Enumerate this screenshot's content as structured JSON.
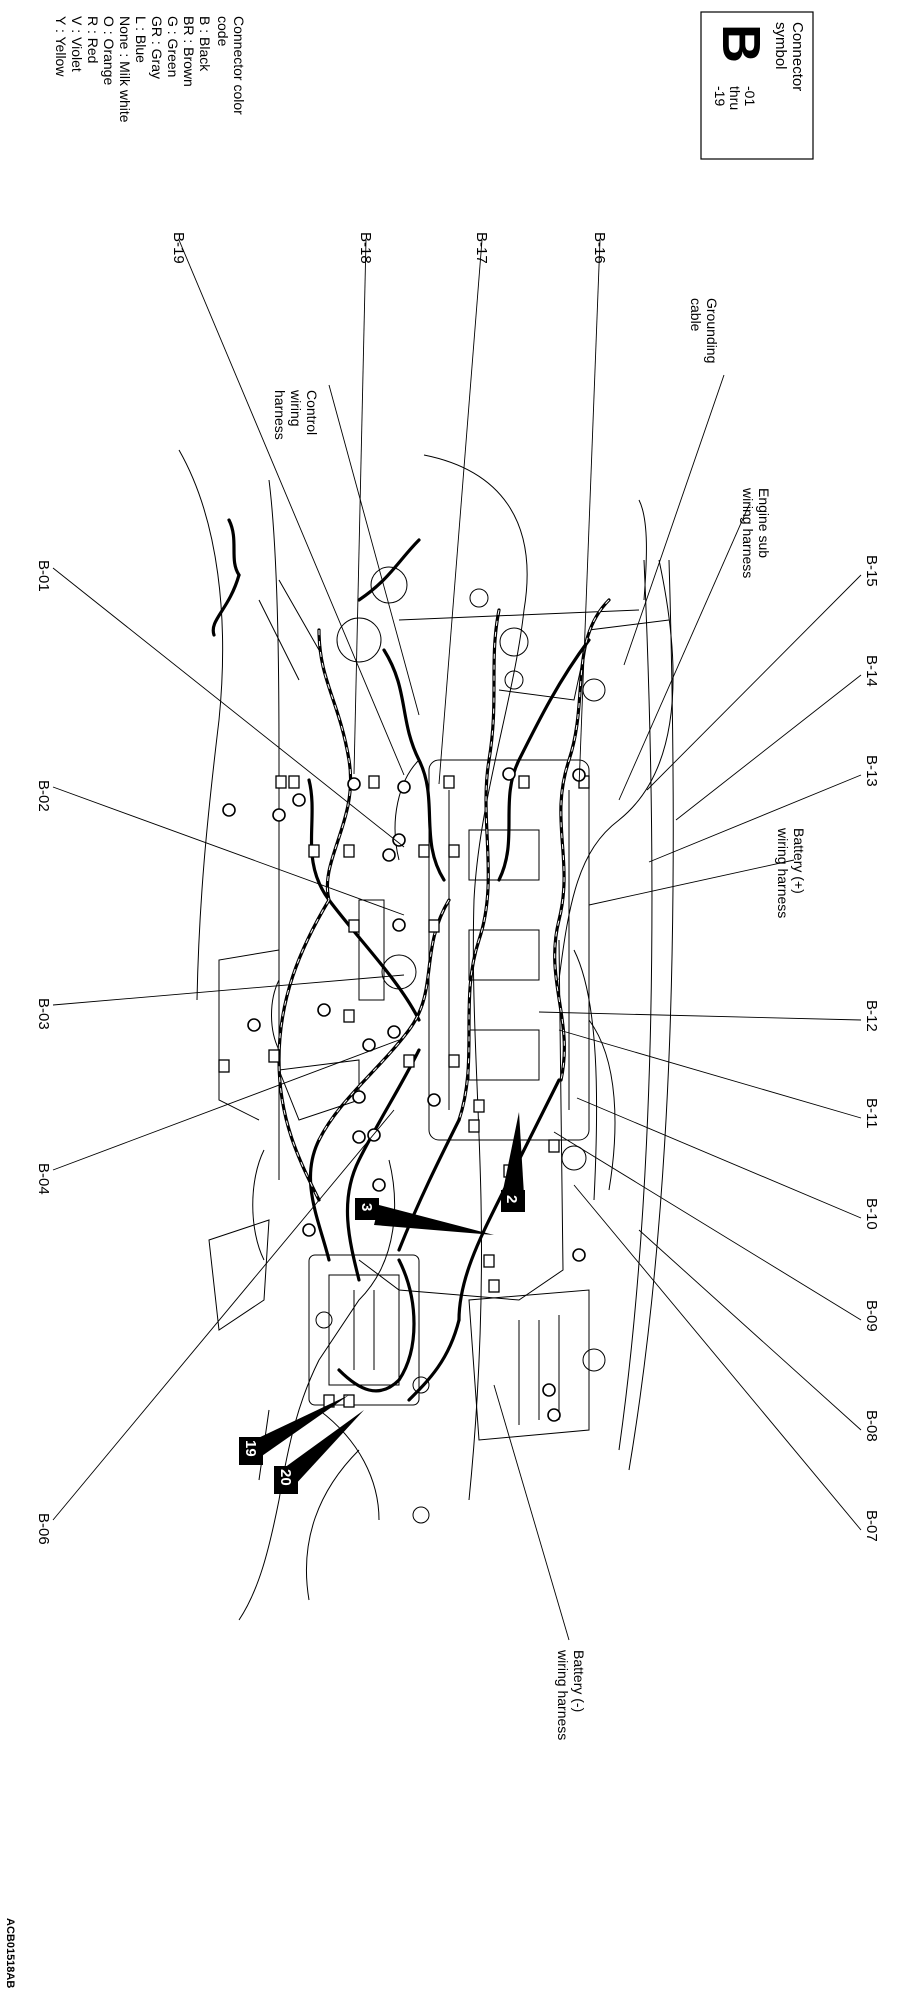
{
  "symbol_box": {
    "caption_line1": "Connector",
    "caption_line2": "symbol",
    "letter": "B",
    "range_from": "-01",
    "range_word": "thru",
    "range_to": "-19"
  },
  "color_code": {
    "title_line1": "Connector color",
    "title_line2": "code",
    "entries": [
      "B : Black",
      "BR : Brown",
      "G : Green",
      "GR : Gray",
      "L : Blue",
      "None : Milk white",
      "O : Orange",
      "R : Red",
      "V : Violet",
      "Y : Yellow"
    ]
  },
  "connectors_top": [
    "B-19",
    "B-18",
    "B-17",
    "B-16"
  ],
  "connectors_right": [
    "B-01",
    "B-02",
    "B-03",
    "B-04",
    "B-06"
  ],
  "connectors_left": [
    "B-15",
    "B-14",
    "B-13",
    "B-12",
    "B-11",
    "B-10",
    "B-09",
    "B-08",
    "B-07"
  ],
  "harness_labels": {
    "control_1": "Control",
    "control_2": "wiring",
    "control_3": "harness",
    "ground_1": "Grounding",
    "ground_2": "cable",
    "engine_sub_1": "Engine sub",
    "engine_sub_2": "wiring harness",
    "battery_pos_1": "Battery (+)",
    "battery_pos_2": "wiring harness",
    "battery_neg_1": "Battery (-)",
    "battery_neg_2": "wiring harness"
  },
  "markers": [
    "2",
    "3",
    "19",
    "20"
  ],
  "figure_code": "ACB01518AB"
}
